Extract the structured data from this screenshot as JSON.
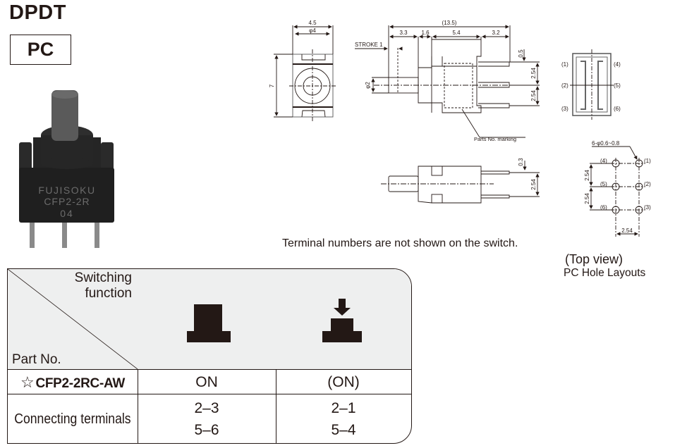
{
  "header": {
    "title": "DPDT",
    "mount_type": "PC"
  },
  "photo": {
    "brand": "FUJISOKU",
    "model": "CFP2-2R",
    "lot": "04"
  },
  "front_view": {
    "width_dim": "4.5",
    "actuator_dim": "φ4",
    "height_dim": "7"
  },
  "side_view": {
    "overall_dim": "(13.5)",
    "seg1": "3.3",
    "seg2": "1.6",
    "seg3": "5.4",
    "seg4": "3.2",
    "stroke_label": "STROKE 1",
    "plunger_dim": "φ2",
    "terminal_thickness": "0.5",
    "pitch1": "2.54",
    "pitch2": "2.54",
    "marking_label": "Parts No. marking"
  },
  "bottom_view": {
    "terminal_thickness": "0.3",
    "pitch": "2.54"
  },
  "terminal_view": {
    "left_labels": [
      "(1)",
      "(2)",
      "(3)"
    ],
    "right_labels": [
      "(4)",
      "(5)",
      "(6)"
    ]
  },
  "hole_layout": {
    "hole_spec": "6-φ0.6~0.8",
    "left_labels": [
      "(4)",
      "(5)",
      "(6)"
    ],
    "right_labels": [
      "(1)",
      "(2)",
      "(3)"
    ],
    "vpitch1": "2.54",
    "vpitch2": "2.54",
    "hpitch": "2.54",
    "view_label": "(Top view)",
    "caption": "PC Hole Layouts"
  },
  "note": "Terminal numbers are not shown on the switch.",
  "table": {
    "header_switching": [
      "Switching",
      "function"
    ],
    "header_part": "Part No.",
    "star": "☆",
    "part_number": "CFP2-2RC-AW",
    "positions": [
      {
        "icon": "plunger-released-icon",
        "state": "ON",
        "terminals": [
          "2–3",
          "5–6"
        ]
      },
      {
        "icon": "plunger-pressed-icon",
        "state": "(ON)",
        "terminals": [
          "2–1",
          "5–4"
        ]
      }
    ],
    "row_label_terminals": "Connecting terminals"
  }
}
